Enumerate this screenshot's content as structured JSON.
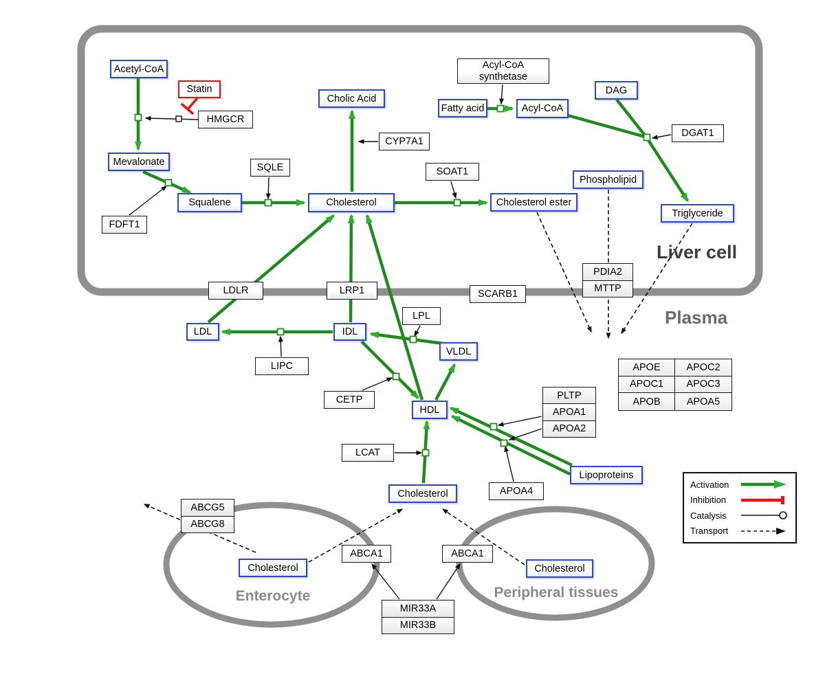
{
  "regions": {
    "liver_cell": "Liver cell",
    "plasma": "Plasma",
    "enterocyte": "Enterocyte",
    "peripheral_tissues": "Peripheral tissues"
  },
  "nodes": {
    "acetyl_coa": "Acetyl-CoA",
    "statin": "Statin",
    "hmgcr": "HMGCR",
    "mevalonate": "Mevalonate",
    "fdft1": "FDFT1",
    "squalene": "Squalene",
    "sqle": "SQLE",
    "cholesterol": "Cholesterol",
    "cholic_acid": "Cholic Acid",
    "cyp7a1": "CYP7A1",
    "soat1": "SOAT1",
    "cholesterol_ester": "Cholesterol ester",
    "acyl_coa_synthetase": "Acyl-CoA synthetase",
    "fatty_acid": "Fatty acid",
    "acyl_coa": "Acyl-CoA",
    "dag": "DAG",
    "dgat1": "DGAT1",
    "phospholipid": "Phospholipid",
    "triglyceride": "Triglyceride",
    "ldlr": "LDLR",
    "lrp1": "LRP1",
    "scarb1": "SCARB1",
    "pdia2": "PDIA2",
    "mttp": "MTTP",
    "ldl": "LDL",
    "idl": "IDL",
    "vldl": "VLDL",
    "hdl": "HDL",
    "lpl": "LPL",
    "lipc": "LIPC",
    "cetp": "CETP",
    "lcat": "LCAT",
    "pltp": "PLTP",
    "apoa1": "APOA1",
    "apoa2": "APOA2",
    "apoa4": "APOA4",
    "apoe": "APOE",
    "apoc1": "APOC1",
    "apoc2": "APOC2",
    "apoc3": "APOC3",
    "apob": "APOB",
    "apoa5": "APOA5",
    "lipoproteins": "Lipoproteins",
    "cholesterol_plasma": "Cholesterol",
    "abcg5": "ABCG5",
    "abcg8": "ABCG8",
    "cholesterol_enterocyte": "Cholesterol",
    "abca1": "ABCA1",
    "cholesterol_peripheral": "Cholesterol",
    "mir33a": "MIR33A",
    "mir33b": "MIR33B"
  },
  "legend": {
    "items": [
      {
        "label": "Activation"
      },
      {
        "label": "Inhibition"
      },
      {
        "label": "Catalysis"
      },
      {
        "label": "Transport"
      }
    ]
  },
  "colors": {
    "activation_green": "#1f8a1f",
    "arrowhead_green": "#2fae2f",
    "inhibition_red": "#ee1111",
    "metabolite_border_blue": "#2a46cf",
    "membrane_gray": "#8f8f8f"
  }
}
